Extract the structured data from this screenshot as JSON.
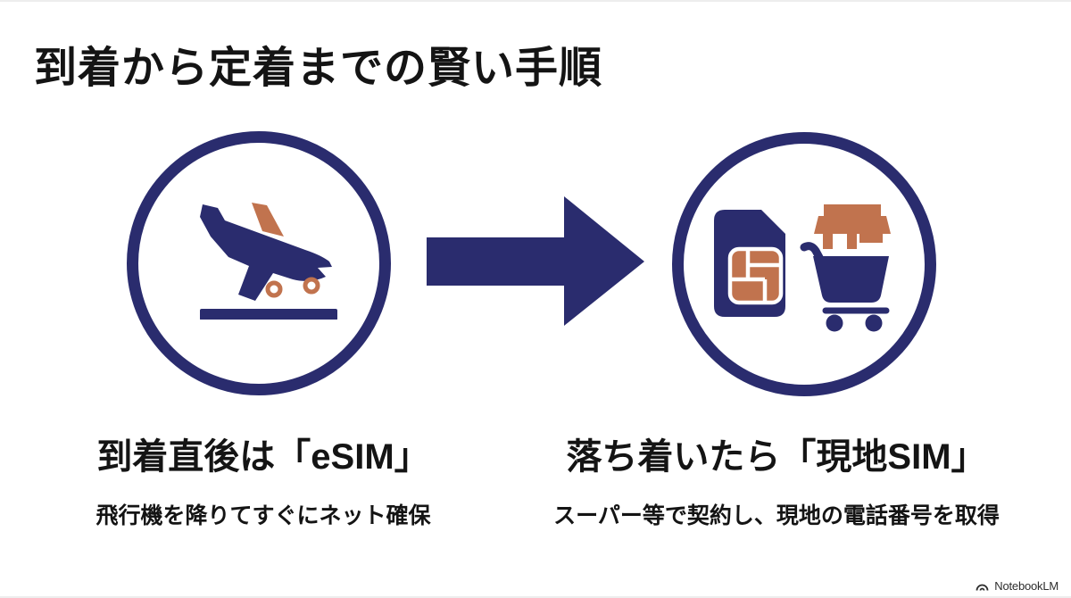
{
  "title": "到着から定着までの賢い手順",
  "steps": [
    {
      "id": "arrival",
      "icon": "plane-landing-icon",
      "heading": "到着直後は「eSIM」",
      "description": "飛行機を降りてすぐにネット確保"
    },
    {
      "id": "settle",
      "icon": "sim-card-store-cart-icon",
      "heading": "落ち着いたら「現地SIM」",
      "description": "スーパー等で契約し、現地の電話番号を取得"
    }
  ],
  "arrow": {
    "icon": "arrow-right-icon",
    "direction": "right"
  },
  "footer": {
    "brand": "NotebookLM",
    "icon": "notebooklm-icon"
  },
  "colors": {
    "navy": "#2a2c6e",
    "orange": "#c1734e",
    "text": "#141414",
    "brandText": "#2d2d2d",
    "background": "#ffffff"
  }
}
